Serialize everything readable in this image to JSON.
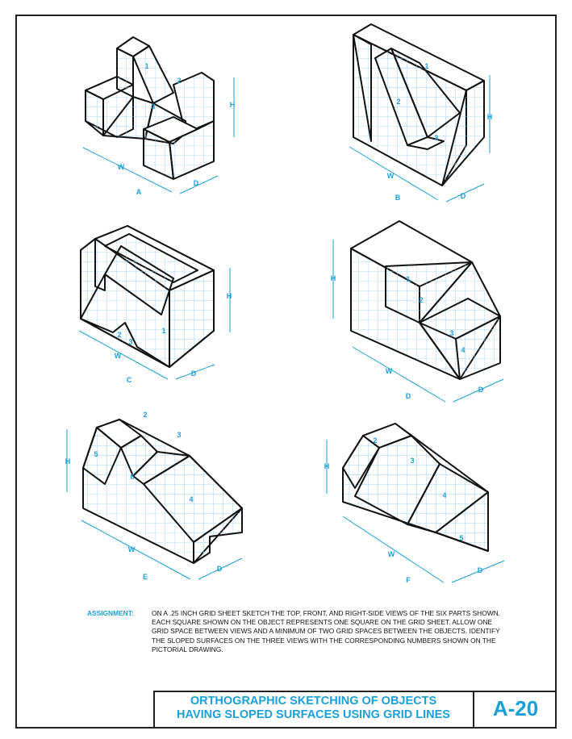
{
  "parts": [
    {
      "label": "A",
      "dims": {
        "w": "W",
        "d": "D",
        "h": "H"
      },
      "faces": [
        "1",
        "2",
        "3"
      ]
    },
    {
      "label": "B",
      "dims": {
        "w": "W",
        "d": "D",
        "h": "H"
      },
      "faces": [
        "1",
        "2",
        "3"
      ]
    },
    {
      "label": "C",
      "dims": {
        "w": "W",
        "d": "D",
        "h": "H"
      },
      "faces": [
        "1",
        "2",
        "3"
      ]
    },
    {
      "label": "D",
      "dims": {
        "w": "W",
        "d": "D",
        "h": "H"
      },
      "faces": [
        "1",
        "2",
        "3",
        "4"
      ]
    },
    {
      "label": "E",
      "dims": {
        "w": "W",
        "d": "D",
        "h": "H"
      },
      "faces": [
        "2",
        "3",
        "5",
        "6",
        "4"
      ]
    },
    {
      "label": "F",
      "dims": {
        "w": "W",
        "d": "D",
        "h": "H"
      },
      "faces": [
        "2",
        "3",
        "4",
        "5"
      ]
    }
  ],
  "assignment": {
    "keyword": "ASSIGNMENT:",
    "text": "ON A .25 INCH GRID SHEET SKETCH THE TOP, FRONT, AND RIGHT-SIDE VIEWS OF THE SIX PARTS SHOWN. EACH SQUARE SHOWN ON THE OBJECT REPRESENTS ONE SQUARE ON THE GRID SHEET. ALLOW ONE GRID SPACE BETWEEN VIEWS AND A MINIMUM OF TWO GRID SPACES BETWEEN THE OBJECTS. IDENTIFY THE SLOPED SURFACES ON THE THREE VIEWS WITH THE CORRESPONDING NUMBERS SHOWN ON THE PICTORIAL DRAWING."
  },
  "title_block": {
    "title_line1": "ORTHOGRAPHIC SKETCHING OF OBJECTS",
    "title_line2": "HAVING SLOPED SURFACES USING GRID LINES",
    "sheet_code": "A-20"
  },
  "colors": {
    "accent": "#1a9fd9",
    "line": "#111111",
    "grid": "#9fd3ee"
  }
}
